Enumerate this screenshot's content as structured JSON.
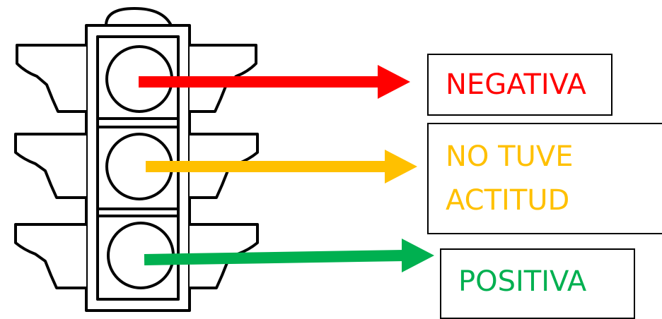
{
  "diagram": {
    "states": [
      {
        "id": "red",
        "label_lines": [
          "NEGATIVA"
        ],
        "color": "#ff0000"
      },
      {
        "id": "yellow",
        "label_lines": [
          "NO TUVE",
          "ACTITUD"
        ],
        "color": "#ffc000"
      },
      {
        "id": "green",
        "label_lines": [
          "POSITIVA"
        ],
        "color": "#00b050"
      }
    ],
    "outline_color": "#000000",
    "background": "#ffffff"
  }
}
